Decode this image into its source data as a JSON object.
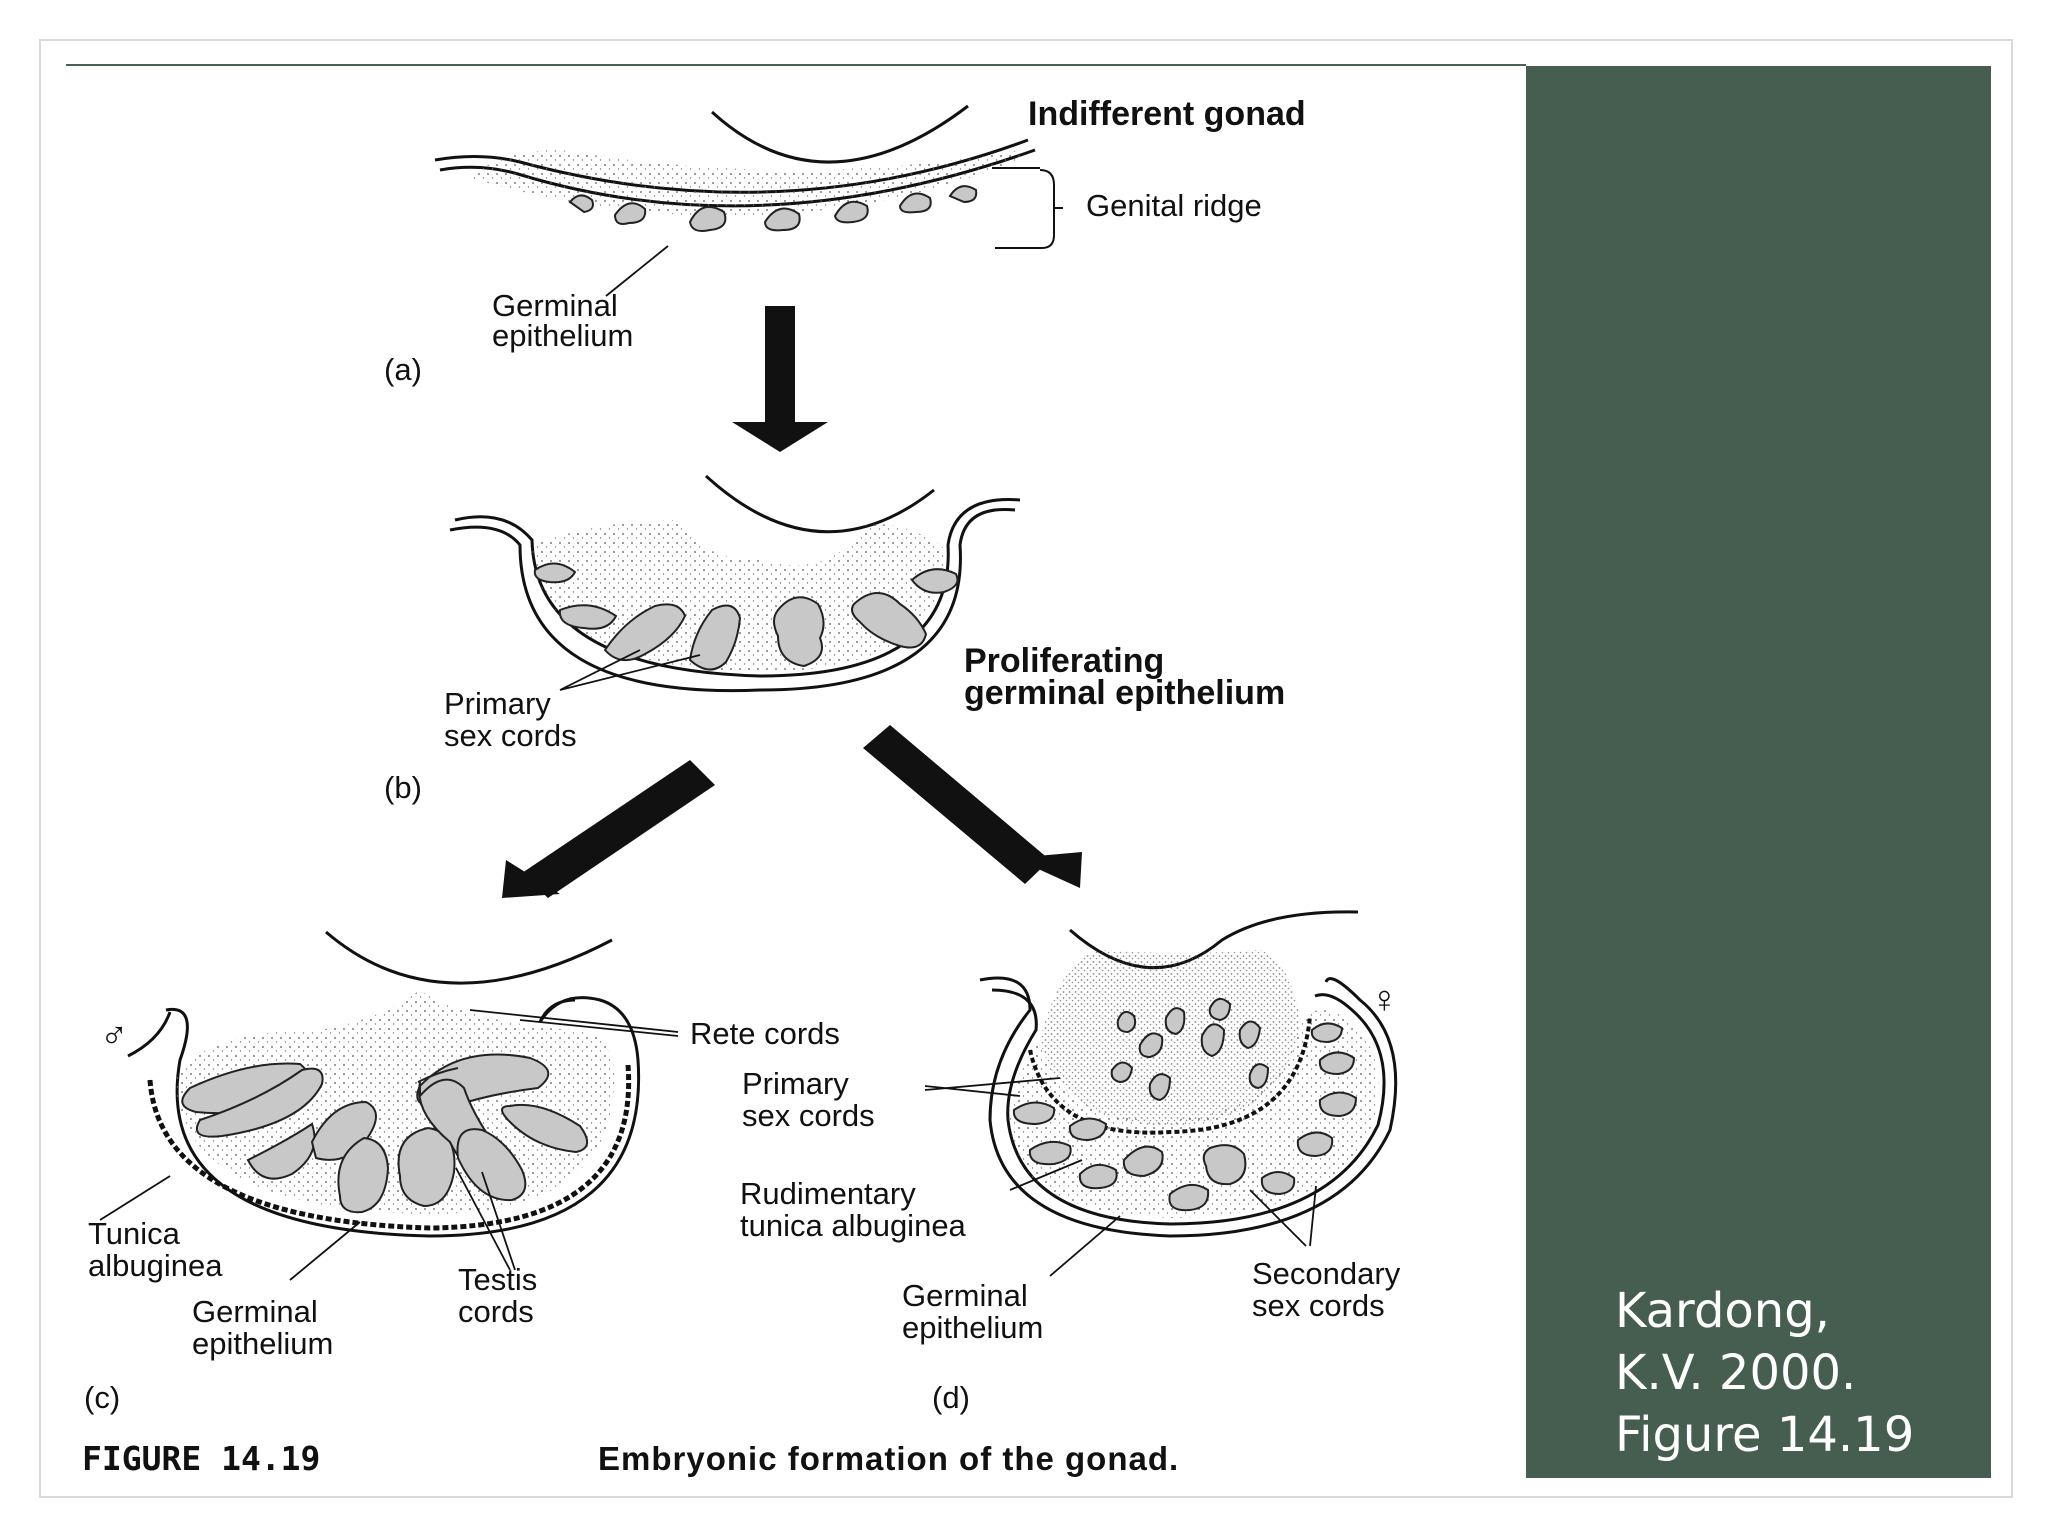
{
  "figure": {
    "panel_a": {
      "letter": "(a)",
      "title": "Indifferent gonad",
      "genital_ridge": "Genital ridge",
      "germinal_line1": "Germinal",
      "germinal_line2": "epithelium"
    },
    "panel_b": {
      "letter": "(b)",
      "title_line1": "Proliferating",
      "title_line2": "germinal epithelium",
      "primary_line1": "Primary",
      "primary_line2": "sex cords"
    },
    "panel_c": {
      "letter": "(c)",
      "symbol": "♂",
      "rete_cords": "Rete cords",
      "tunica_line1": "Tunica",
      "tunica_line2": "albuginea",
      "germinal_line1": "Germinal",
      "germinal_line2": "epithelium",
      "testis_line1": "Testis",
      "testis_line2": "cords"
    },
    "panel_d": {
      "letter": "(d)",
      "symbol": "♀",
      "primary_line1": "Primary",
      "primary_line2": "sex cords",
      "rudimentary_line1": "Rudimentary",
      "rudimentary_line2": "tunica albuginea",
      "germinal_line1": "Germinal",
      "germinal_line2": "epithelium",
      "secondary_line1": "Secondary",
      "secondary_line2": "sex cords"
    },
    "caption_label": "FIGURE 14.19",
    "caption_text": "Embryonic formation of the gonad."
  },
  "citation": "Kardong,\nK.V. 2000.\nFigure 14.19",
  "colors": {
    "panel_green": "#455e50",
    "cord_gray": "#c8c8c8",
    "ink": "#111111"
  }
}
